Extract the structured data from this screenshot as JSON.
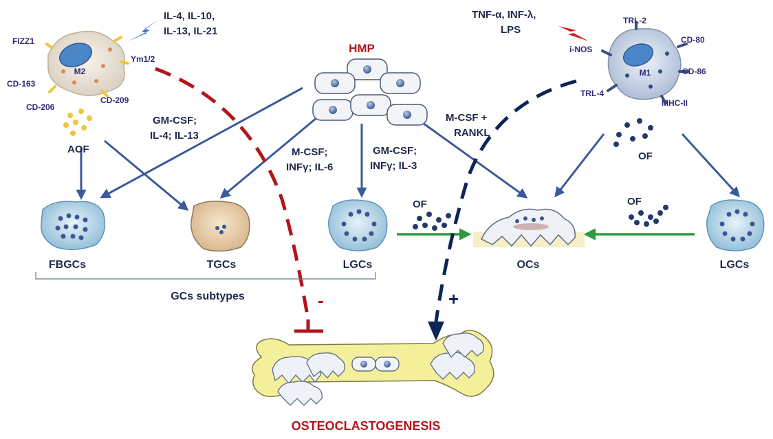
{
  "hmp": "HMP",
  "m2": {
    "name": "M2",
    "markers": [
      "FIZZ1",
      "Ym1/2",
      "CD-163",
      "CD-206",
      "CD-209"
    ],
    "factor": "AOF",
    "stimuli": [
      "IL-4,  IL-10,",
      "IL-13,  IL-21"
    ]
  },
  "m1": {
    "name": "M1",
    "markers": [
      "TRL-2",
      "CD-80",
      "i-NOS",
      "CD-86",
      "TRL-4",
      "MHC-II"
    ],
    "factor": "OF",
    "stimuli": [
      "TNF-α,  INF-λ,",
      "LPS"
    ]
  },
  "cytokines": {
    "fbgc": [
      "GM-CSF;",
      "IL-4;  IL-13"
    ],
    "lgc": [
      "M-CSF;",
      "INFγ;  IL-6"
    ],
    "lgc2": [
      "GM-CSF;",
      "INFγ;  IL-3"
    ],
    "oc": [
      "M-CSF  +",
      "RANKL"
    ]
  },
  "cells": {
    "fbgc": "FBGCs",
    "tgc": "TGCs",
    "lgc": "LGCs",
    "oc": "OCs",
    "lgc_right": "LGCs"
  },
  "of_left": "OF",
  "of_right": "OF",
  "gcs_subtypes": "GCs subtypes",
  "minus": "-",
  "plus": "+",
  "bottom_title": "OSTEOCLASTOGENESIS",
  "colors": {
    "inhibit": "#b3151b",
    "promote": "#0d2457",
    "arrow": "#3a5a9a",
    "green": "#2e9a3e",
    "bone": "#f3ef9a"
  }
}
